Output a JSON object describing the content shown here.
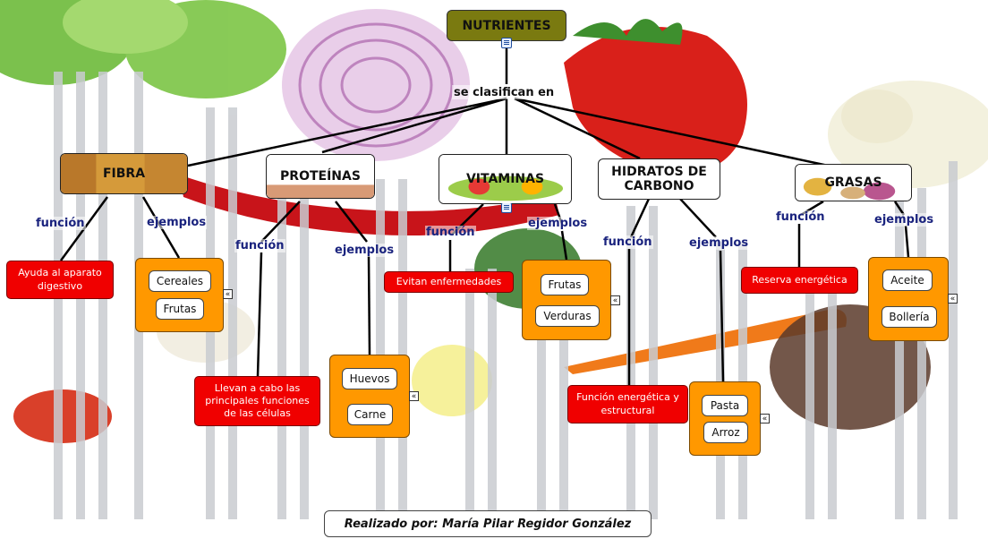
{
  "title": "NUTRIENTES",
  "classify_label": "se clasifican en",
  "categories": [
    {
      "name": "FIBRA",
      "func_label": "función",
      "ex_label": "ejemplos",
      "function_text": "Ayuda al aparato digestivo",
      "examples": [
        "Cereales",
        "Frutas"
      ]
    },
    {
      "name": "PROTEÍNAS",
      "func_label": "función",
      "ex_label": "ejemplos",
      "function_text": "Llevan a cabo las principales funciones de las células",
      "examples": [
        "Huevos",
        "Carne"
      ]
    },
    {
      "name": "VITAMINAS",
      "func_label": "función",
      "ex_label": "ejemplos",
      "function_text": "Evitan enfermedades",
      "examples": [
        "Frutas",
        "Verduras"
      ]
    },
    {
      "name": "HIDRATOS DE CARBONO",
      "func_label": "función",
      "ex_label": "ejemplos",
      "function_text": "Función energética y estructural",
      "examples": [
        "Pasta",
        "Arroz"
      ]
    },
    {
      "name": "GRASAS",
      "func_label": "función",
      "ex_label": "ejemplos",
      "function_text": "Reserva energética",
      "examples": [
        "Aceite",
        "Bollería"
      ]
    }
  ],
  "collapse_glyph": "«",
  "footer": "Realizado por: María Pilar Regidor González",
  "colors": {
    "root_fill": "#7a7a10",
    "function_fill": "#f00000",
    "examples_fill": "#ff9800",
    "link_label": "#1a237e"
  }
}
